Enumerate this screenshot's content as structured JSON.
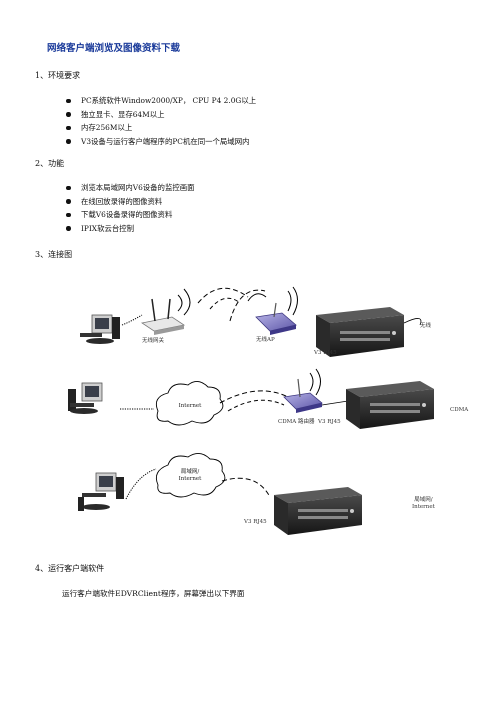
{
  "title": "网络客户端浏览及图像资料下载",
  "sections": [
    {
      "heading": "1、环境要求",
      "items": [
        "PC系统软件Window2000/XP， CPU  P4 2.0G以上",
        "独立显卡、显存64M以上",
        "内存256M以上",
        "V3设备与运行客户端程序的PC机在同一个局域网内"
      ]
    },
    {
      "heading": "2、功能",
      "items": [
        "浏览本局域网内V6设备的监控画面",
        "在线回放录得的图像资料",
        "下载V6设备录得的图像资料",
        "IPIX软云台控制"
      ]
    },
    {
      "heading": "3、连接图",
      "items": []
    },
    {
      "heading": "4、运行客户端软件",
      "items": []
    }
  ],
  "paragraph": "运行客户端软件EDVRClient程序，屏幕弹出以下界面",
  "diagram": {
    "row1": {
      "ap_label": "无线网关",
      "router_label": "无线AP",
      "dvr_label": "V3 RJ45",
      "right_label": "无线"
    },
    "row2": {
      "cloud_label": "Internet",
      "router_label": "CDMA 路由器",
      "dvr_label": "V3 RJ45",
      "right_label": "CDMA"
    },
    "row3": {
      "cloud_label_line1": "局域网/",
      "cloud_label_line2": "Internet",
      "dvr_label": "V3 RJ45",
      "right_label_line1": "局域网/",
      "right_label_line2": "Internet"
    }
  }
}
